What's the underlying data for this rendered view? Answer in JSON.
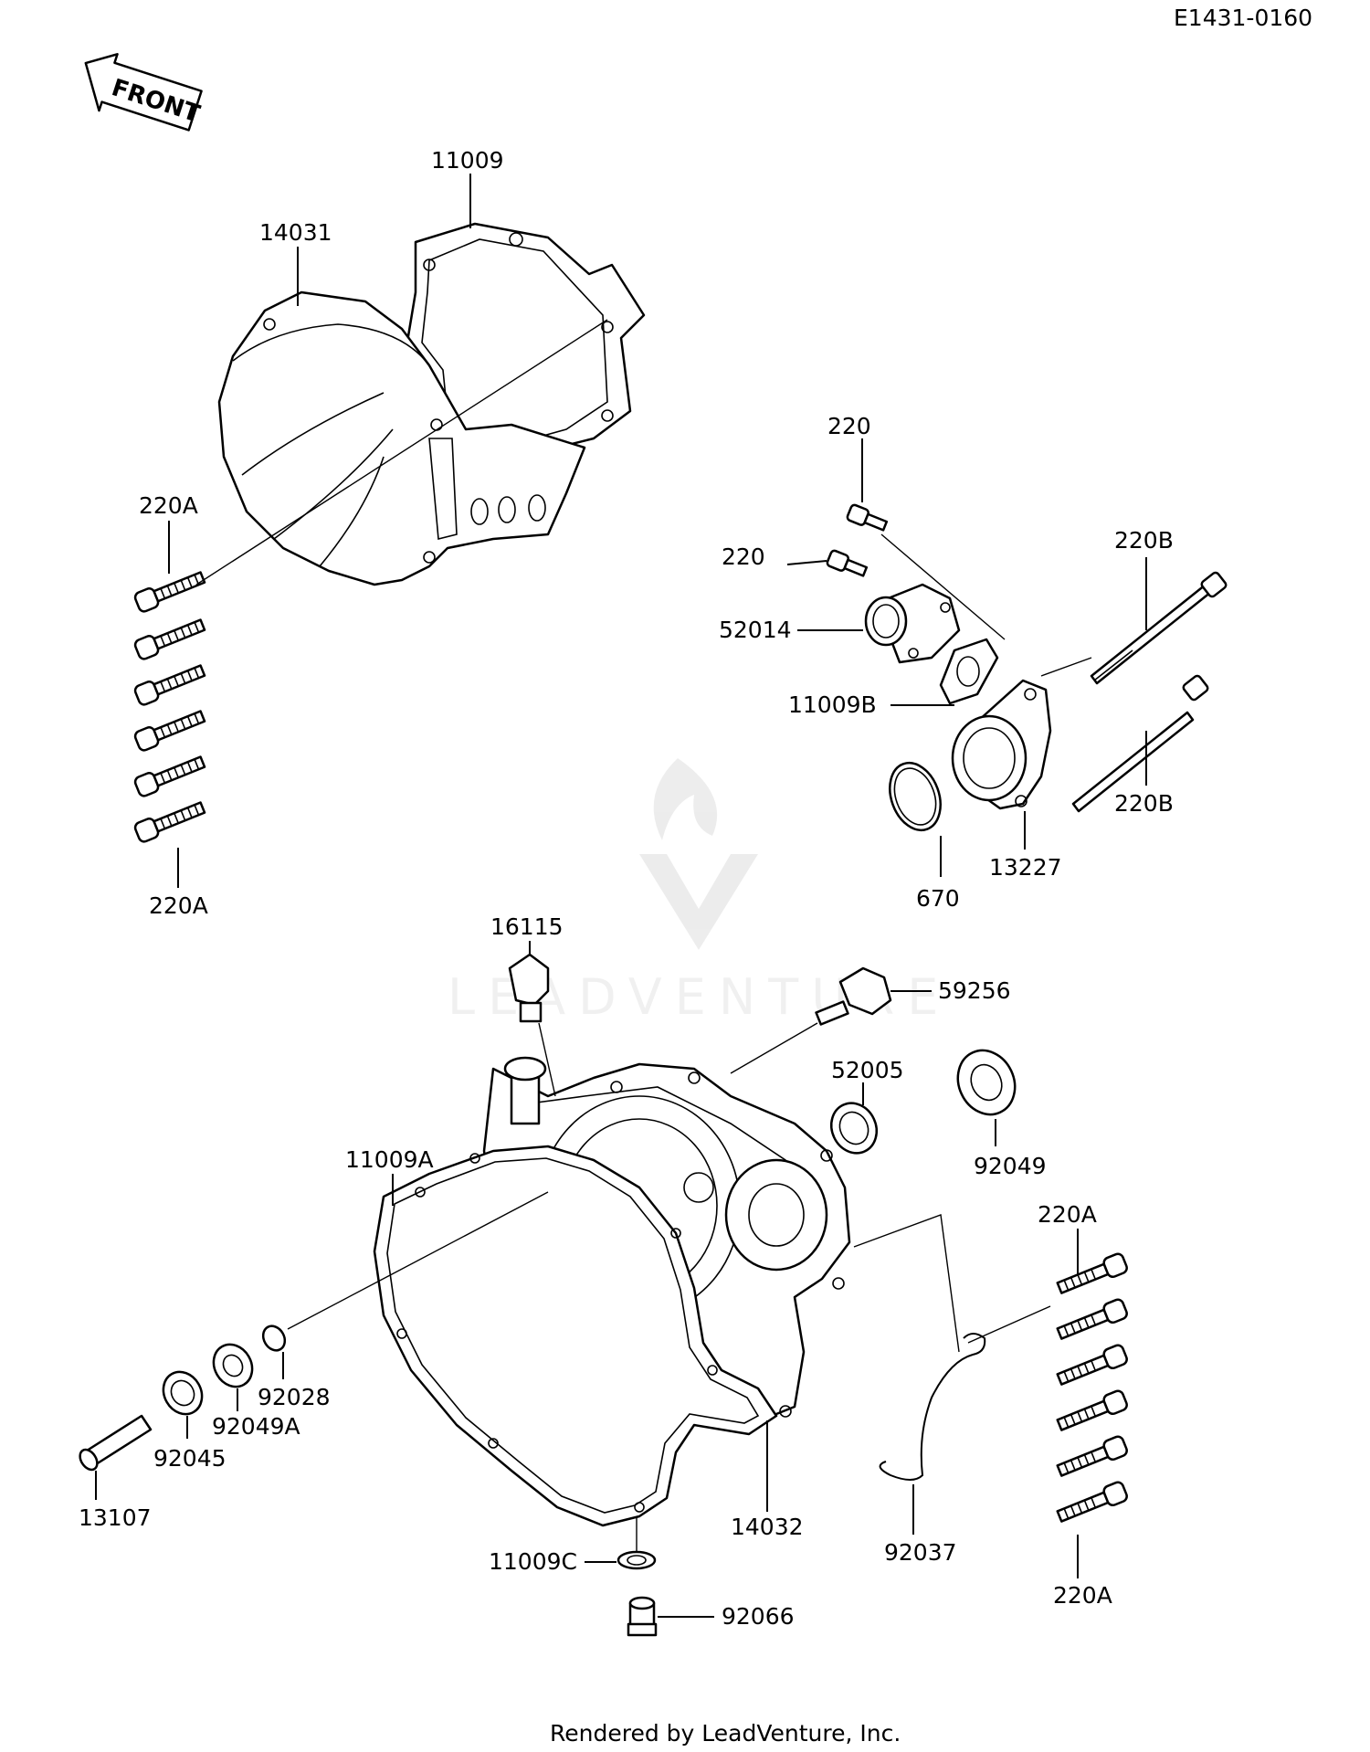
{
  "diagram_code": "E1431-0160",
  "front_label": "FRONT",
  "watermark": "LEADVENTURE",
  "footer": "Rendered by LeadVenture, Inc.",
  "parts": {
    "p11009": "11009",
    "p14031": "14031",
    "p220A_top": "220A",
    "p220A_bottom_left": "220A",
    "p220_a": "220",
    "p220_b": "220",
    "p52014": "52014",
    "p11009B": "11009B",
    "p220B_top": "220B",
    "p220B_bottom": "220B",
    "p13227": "13227",
    "p670": "670",
    "p16115": "16115",
    "p59256": "59256",
    "p52005": "52005",
    "p92049": "92049",
    "p11009A": "11009A",
    "p220A_right_top": "220A",
    "p220A_right_bottom": "220A",
    "p92028": "92028",
    "p92049A": "92049A",
    "p92045": "92045",
    "p13107": "13107",
    "p14032": "14032",
    "p92037": "92037",
    "p11009C": "11009C",
    "p92066": "92066"
  }
}
